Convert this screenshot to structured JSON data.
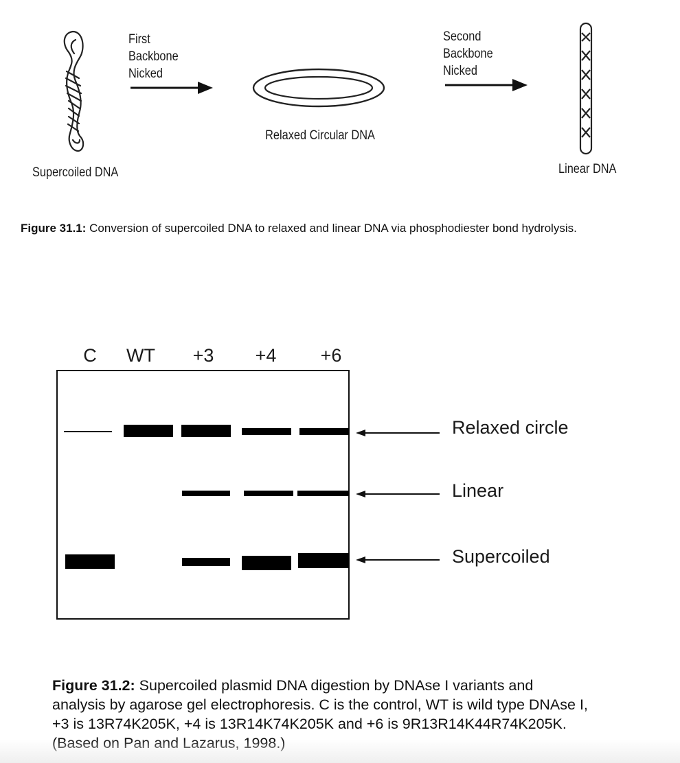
{
  "figure1": {
    "labels": {
      "supercoiled": "Supercoiled DNA",
      "first_step_line1": "First",
      "first_step_line2": "Backbone",
      "first_step_line3": "Nicked",
      "relaxed": "Relaxed Circular DNA",
      "second_step_line1": "Second",
      "second_step_line2": "Backbone",
      "second_step_line3": "Nicked",
      "linear": "Linear DNA"
    },
    "caption_label": "Figure 31.1:",
    "caption_text": " Conversion of supercoiled DNA to relaxed and linear DNA via phosphodiester bond hydrolysis."
  },
  "figure2": {
    "lanes": [
      {
        "label": "C",
        "bands": {
          "relaxed": "faint",
          "linear": "none",
          "supercoiled": "thick"
        }
      },
      {
        "label": "WT",
        "bands": {
          "relaxed": "thick",
          "linear": "none",
          "supercoiled": "none"
        }
      },
      {
        "label": "+3",
        "bands": {
          "relaxed": "thick",
          "linear": "thin",
          "supercoiled": "thin"
        }
      },
      {
        "label": "+4",
        "bands": {
          "relaxed": "medium",
          "linear": "thin",
          "supercoiled": "thick"
        }
      },
      {
        "label": "+6",
        "bands": {
          "relaxed": "medium",
          "linear": "thin",
          "supercoiled": "thick"
        }
      }
    ],
    "band_labels": {
      "relaxed": "Relaxed circle",
      "linear": "Linear",
      "supercoiled": "Supercoiled"
    },
    "caption_label": "Figure 31.2:",
    "caption_text": " Supercoiled plasmid DNA digestion by DNAse I variants and analysis by agarose gel electrophoresis. C is the control, WT is wild type DNAse I, +3 is 13R74K205K, +4 is 13R14K74K205K and +6 is 9R13R14K44R74K205K. (Based on Pan and Lazarus, 1998.)"
  }
}
